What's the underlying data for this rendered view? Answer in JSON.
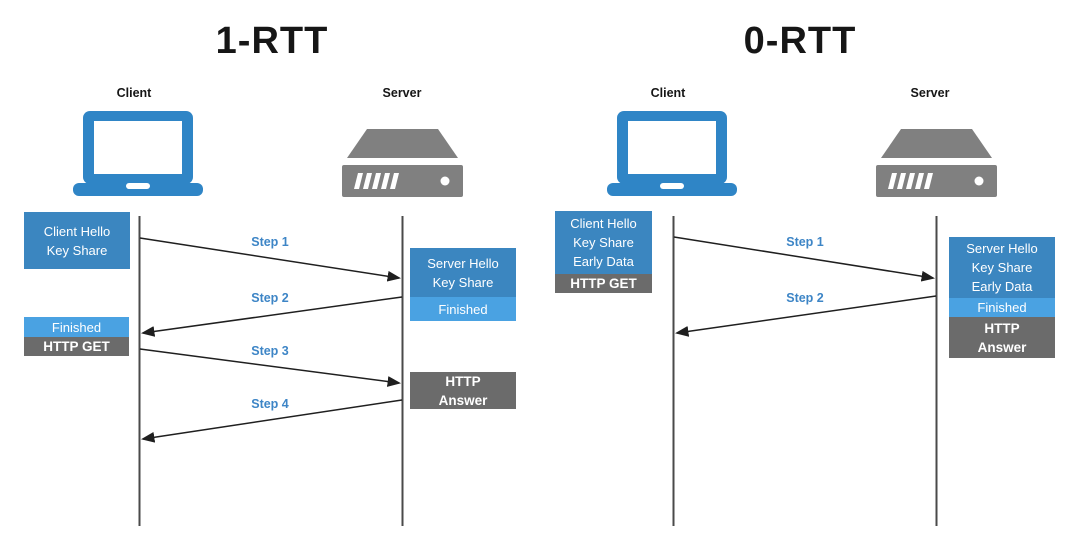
{
  "colors": {
    "box_blue": "#3b86c0",
    "box_light_blue": "#4aa2e2",
    "box_gray": "#6b6b6b",
    "icon_blue": "#2f85c6",
    "icon_gray": "#808080",
    "step_label_blue": "#3d85c6",
    "arrow_color": "#1f1f1f",
    "lifeline_color": "#4a4a4a",
    "title_color": "#161616",
    "background": "#ffffff"
  },
  "icons": {
    "client": "laptop-icon",
    "server": "server-rack-icon"
  },
  "diagrams": [
    {
      "title": "1-RTT",
      "client_label": "Client",
      "server_label": "Server",
      "boxes": {
        "client_hello": "Client Hello\nKey Share",
        "client_finished": "Finished",
        "client_http_get": "HTTP GET",
        "server_hello": "Server Hello\nKey Share",
        "server_finished": "Finished",
        "server_http_answer": "HTTP\nAnswer"
      },
      "steps": [
        {
          "label": "Step 1"
        },
        {
          "label": "Step 2"
        },
        {
          "label": "Step 3"
        },
        {
          "label": "Step 4"
        }
      ]
    },
    {
      "title": "0-RTT",
      "client_label": "Client",
      "server_label": "Server",
      "boxes": {
        "client_hello": "Client Hello\nKey Share\nEarly Data",
        "client_http_get": "HTTP GET",
        "server_hello": "Server Hello\nKey Share\nEarly Data",
        "server_finished": "Finished",
        "server_http_answer": "HTTP\nAnswer"
      },
      "steps": [
        {
          "label": "Step 1"
        },
        {
          "label": "Step 2"
        }
      ]
    }
  ]
}
